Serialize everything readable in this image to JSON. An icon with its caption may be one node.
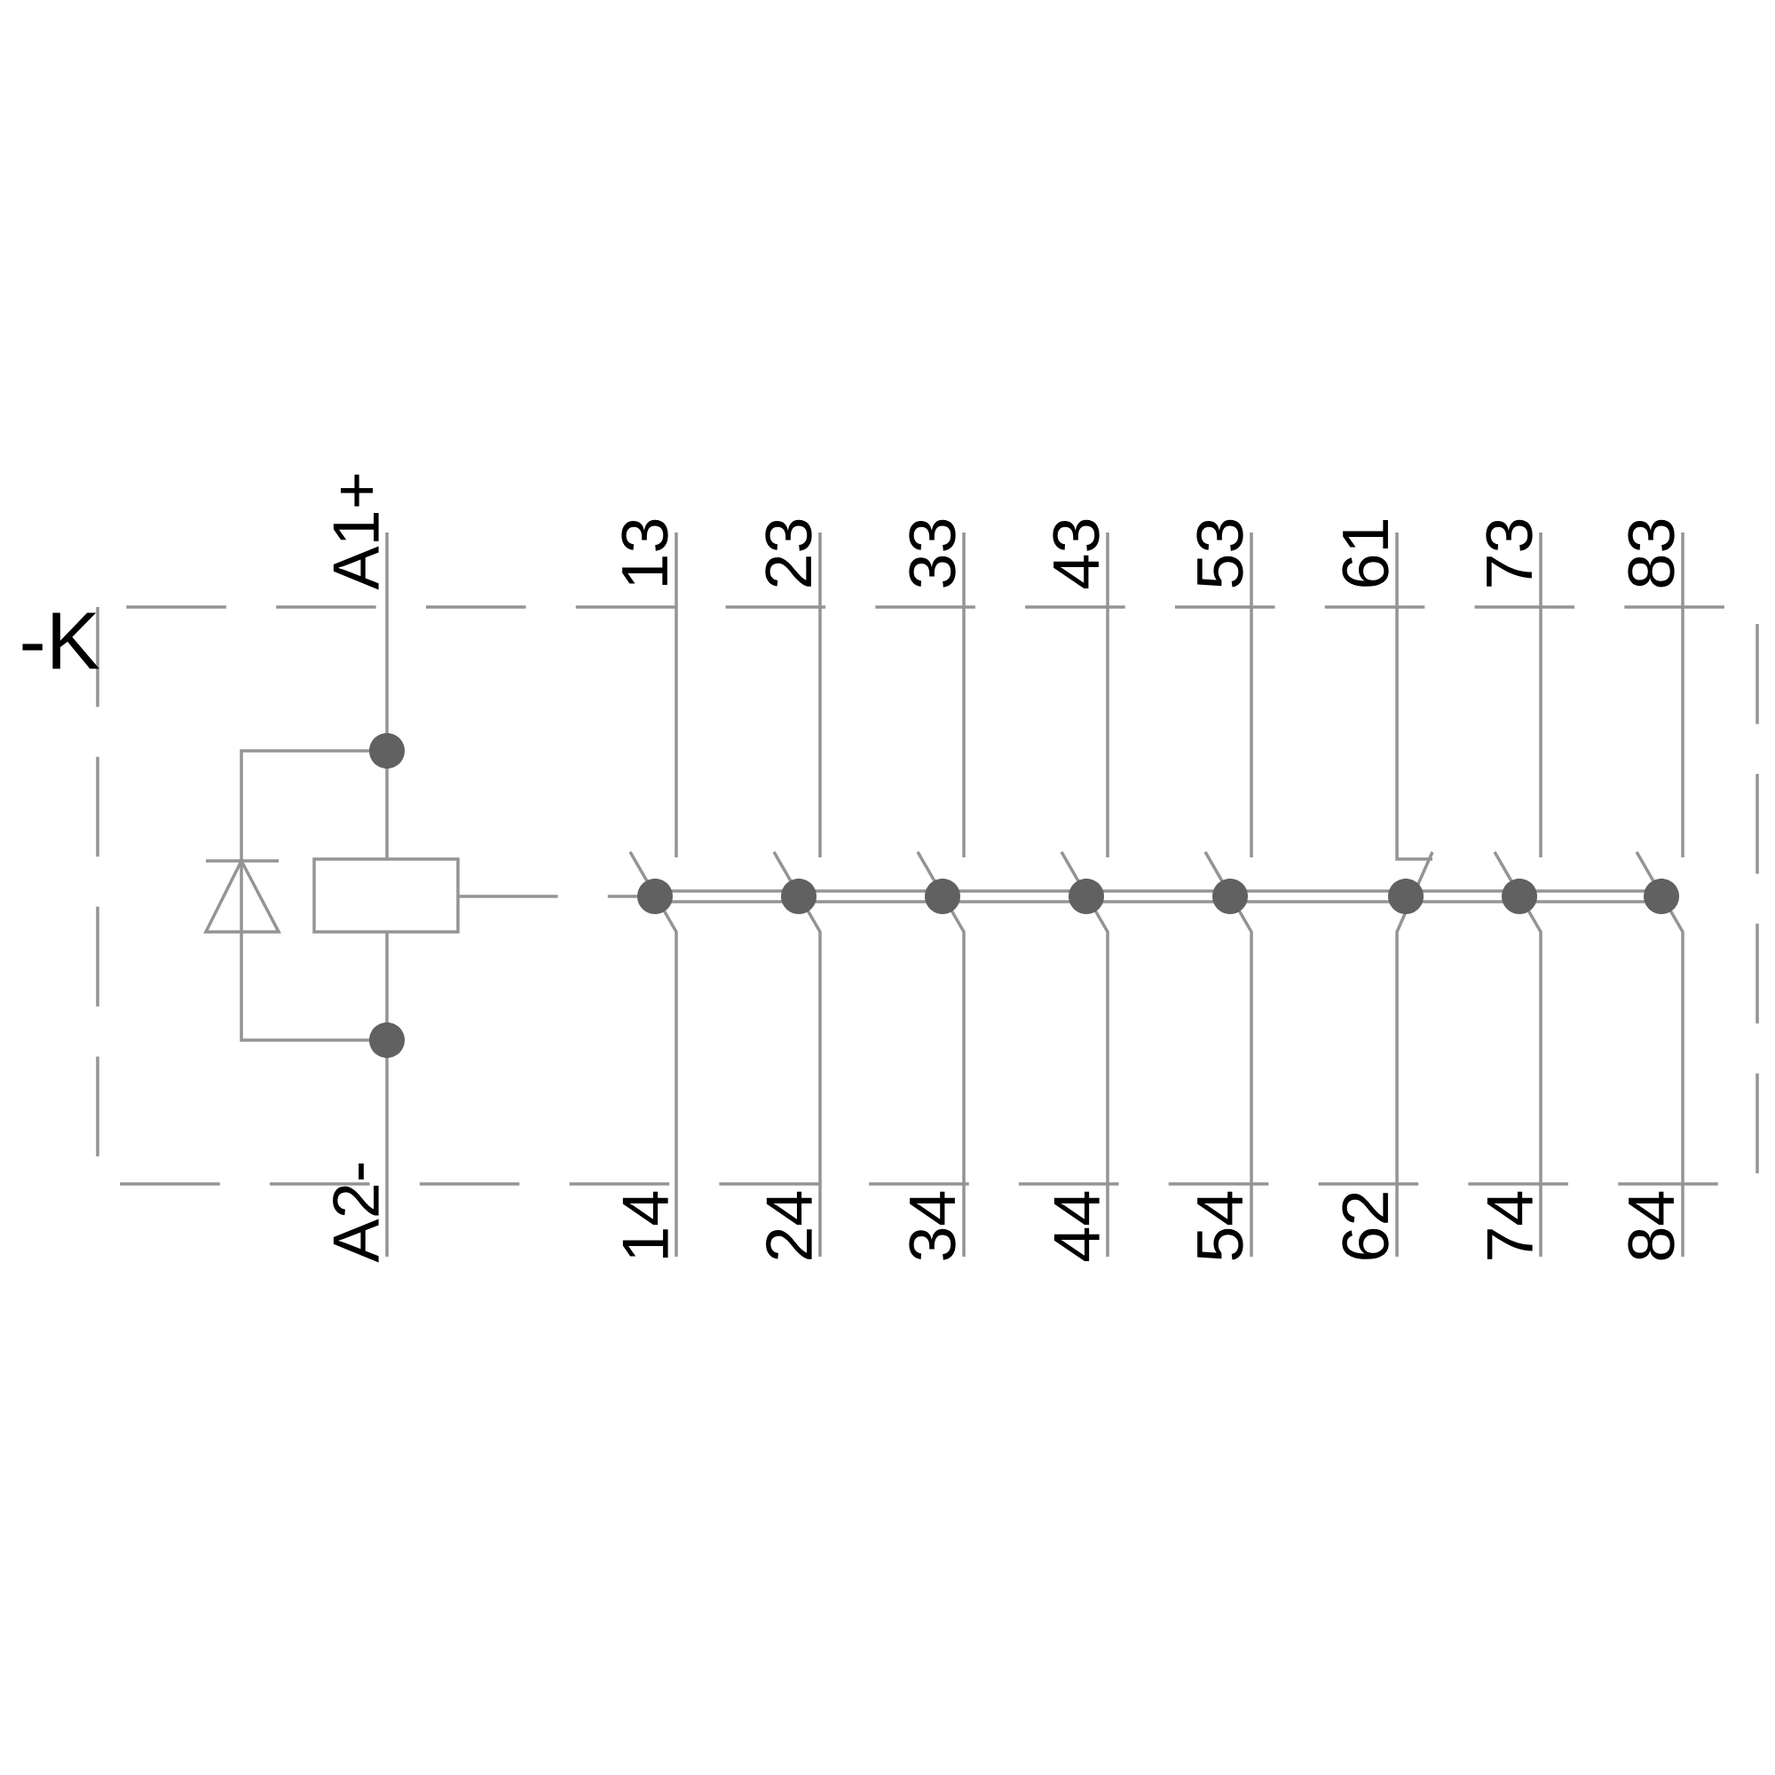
{
  "diagram": {
    "labels": [
      "A1+",
      "13",
      "23",
      "33",
      "43",
      "53",
      "61",
      "73",
      "83",
      "-K",
      "A2-",
      "14",
      "24",
      "34",
      "44",
      "54",
      "62",
      "74",
      "84"
    ]
  }
}
